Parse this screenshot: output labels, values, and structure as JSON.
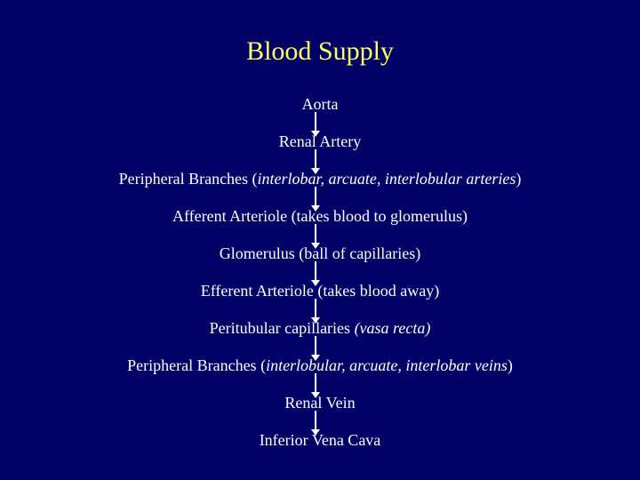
{
  "title": "Blood Supply",
  "steps": [
    {
      "parts": [
        {
          "text": "Aorta",
          "italic": false
        }
      ]
    },
    {
      "parts": [
        {
          "text": "Renal Artery",
          "italic": false
        }
      ]
    },
    {
      "parts": [
        {
          "text": "Peripheral Branches (",
          "italic": false
        },
        {
          "text": "interlobar, arcuate, interlobular arteries",
          "italic": true
        },
        {
          "text": ")",
          "italic": false
        }
      ]
    },
    {
      "parts": [
        {
          "text": "Afferent Arteriole (takes blood to glomerulus)",
          "italic": false
        }
      ]
    },
    {
      "parts": [
        {
          "text": "Glomerulus (ball of capillaries)",
          "italic": false
        }
      ]
    },
    {
      "parts": [
        {
          "text": "Efferent Arteriole (takes blood away)",
          "italic": false
        }
      ]
    },
    {
      "parts": [
        {
          "text": "Peritubular capillaries ",
          "italic": false
        },
        {
          "text": "(vasa recta)",
          "italic": true
        }
      ]
    },
    {
      "parts": [
        {
          "text": "Peripheral Branches (",
          "italic": false
        },
        {
          "text": "interlobular, arcuate, interlobar veins",
          "italic": true
        },
        {
          "text": ")",
          "italic": false
        }
      ]
    },
    {
      "parts": [
        {
          "text": "Renal Vein",
          "italic": false
        }
      ]
    },
    {
      "parts": [
        {
          "text": "Inferior Vena Cava",
          "italic": false
        }
      ]
    }
  ]
}
